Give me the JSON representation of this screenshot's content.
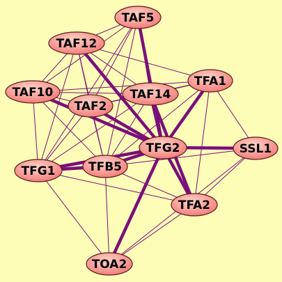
{
  "diagram": {
    "type": "network-graph",
    "colors": {
      "background": "#fdfdb7",
      "edge": "#7a0f7a",
      "node_fill_light": "#ffd5c8",
      "node_fill_dark": "#f07070",
      "node_stroke": "#5a1a1a"
    },
    "nodes": [
      {
        "id": "TAF5",
        "label": "TAF5"
      },
      {
        "id": "TAF12",
        "label": "TAF12"
      },
      {
        "id": "TFA1",
        "label": "TFA1"
      },
      {
        "id": "TAF10",
        "label": "TAF10"
      },
      {
        "id": "TAF14",
        "label": "TAF14"
      },
      {
        "id": "TAF2",
        "label": "TAF2"
      },
      {
        "id": "TFG2",
        "label": "TFG2"
      },
      {
        "id": "SSL1",
        "label": "SSL1"
      },
      {
        "id": "TFG1",
        "label": "TFG1"
      },
      {
        "id": "TFB5",
        "label": "TFB5"
      },
      {
        "id": "TFA2",
        "label": "TFA2"
      },
      {
        "id": "TOA2",
        "label": "TOA2"
      }
    ],
    "edges": [
      {
        "source": "TAF5",
        "target": "TFG2",
        "weight": "thick"
      },
      {
        "source": "TAF12",
        "target": "TFG2",
        "weight": "thick"
      },
      {
        "source": "TAF10",
        "target": "TFG2",
        "weight": "thick"
      },
      {
        "source": "TAF2",
        "target": "TFG2",
        "weight": "thick"
      },
      {
        "source": "TAF14",
        "target": "TFG2",
        "weight": "thick"
      },
      {
        "source": "TFA1",
        "target": "TFG2",
        "weight": "thick"
      },
      {
        "source": "TFG2",
        "target": "SSL1",
        "weight": "thick"
      },
      {
        "source": "TFB5",
        "target": "TFG2",
        "weight": "thick"
      },
      {
        "source": "TFG1",
        "target": "TFG2",
        "weight": "thick"
      },
      {
        "source": "TFG2",
        "target": "TOA2",
        "weight": "thick"
      },
      {
        "source": "TFG2",
        "target": "TFA2",
        "weight": "thick"
      },
      {
        "source": "TAF14",
        "target": "TFA2",
        "weight": "thick"
      },
      {
        "source": "TFG1",
        "target": "TFB5",
        "weight": "thick"
      },
      {
        "source": "TAF5",
        "target": "TAF12",
        "weight": "thin"
      },
      {
        "source": "TAF5",
        "target": "TAF10",
        "weight": "thin"
      },
      {
        "source": "TAF5",
        "target": "TAF2",
        "weight": "thin"
      },
      {
        "source": "TAF5",
        "target": "TAF14",
        "weight": "thin"
      },
      {
        "source": "TAF5",
        "target": "TFB5",
        "weight": "thin"
      },
      {
        "source": "TAF5",
        "target": "TFG1",
        "weight": "thin"
      },
      {
        "source": "TAF12",
        "target": "TAF10",
        "weight": "thin"
      },
      {
        "source": "TAF12",
        "target": "TAF2",
        "weight": "thin"
      },
      {
        "source": "TAF12",
        "target": "TAF14",
        "weight": "thin"
      },
      {
        "source": "TAF12",
        "target": "TFA1",
        "weight": "thin"
      },
      {
        "source": "TAF12",
        "target": "TFB5",
        "weight": "thin"
      },
      {
        "source": "TAF12",
        "target": "TFG1",
        "weight": "thin"
      },
      {
        "source": "TAF10",
        "target": "TAF2",
        "weight": "thin"
      },
      {
        "source": "TAF10",
        "target": "TAF14",
        "weight": "thin"
      },
      {
        "source": "TAF10",
        "target": "TFA1",
        "weight": "thin"
      },
      {
        "source": "TAF10",
        "target": "TFG1",
        "weight": "thin"
      },
      {
        "source": "TAF10",
        "target": "TFB5",
        "weight": "thin"
      },
      {
        "source": "TAF2",
        "target": "TAF14",
        "weight": "thin"
      },
      {
        "source": "TAF2",
        "target": "TFA1",
        "weight": "thin"
      },
      {
        "source": "TAF2",
        "target": "TFB5",
        "weight": "thin"
      },
      {
        "source": "TAF2",
        "target": "TFG1",
        "weight": "thin"
      },
      {
        "source": "TAF14",
        "target": "TFA1",
        "weight": "thin"
      },
      {
        "source": "TAF14",
        "target": "TFB5",
        "weight": "thin"
      },
      {
        "source": "TAF14",
        "target": "TFG1",
        "weight": "thin"
      },
      {
        "source": "TFA1",
        "target": "SSL1",
        "weight": "thin"
      },
      {
        "source": "TFA1",
        "target": "TFA2",
        "weight": "thin"
      },
      {
        "source": "TFA1",
        "target": "TFB5",
        "weight": "thin"
      },
      {
        "source": "SSL1",
        "target": "TFA2",
        "weight": "thin"
      },
      {
        "source": "SSL1",
        "target": "TFB5",
        "weight": "thin"
      },
      {
        "source": "SSL1",
        "target": "TOA2",
        "weight": "thin"
      },
      {
        "source": "TFB5",
        "target": "TFA2",
        "weight": "thin"
      },
      {
        "source": "TFB5",
        "target": "TOA2",
        "weight": "thin"
      },
      {
        "source": "TFG1",
        "target": "TOA2",
        "weight": "thin"
      },
      {
        "source": "TFG1",
        "target": "TFA2",
        "weight": "thin"
      },
      {
        "source": "TFA2",
        "target": "TOA2",
        "weight": "thin"
      }
    ]
  }
}
